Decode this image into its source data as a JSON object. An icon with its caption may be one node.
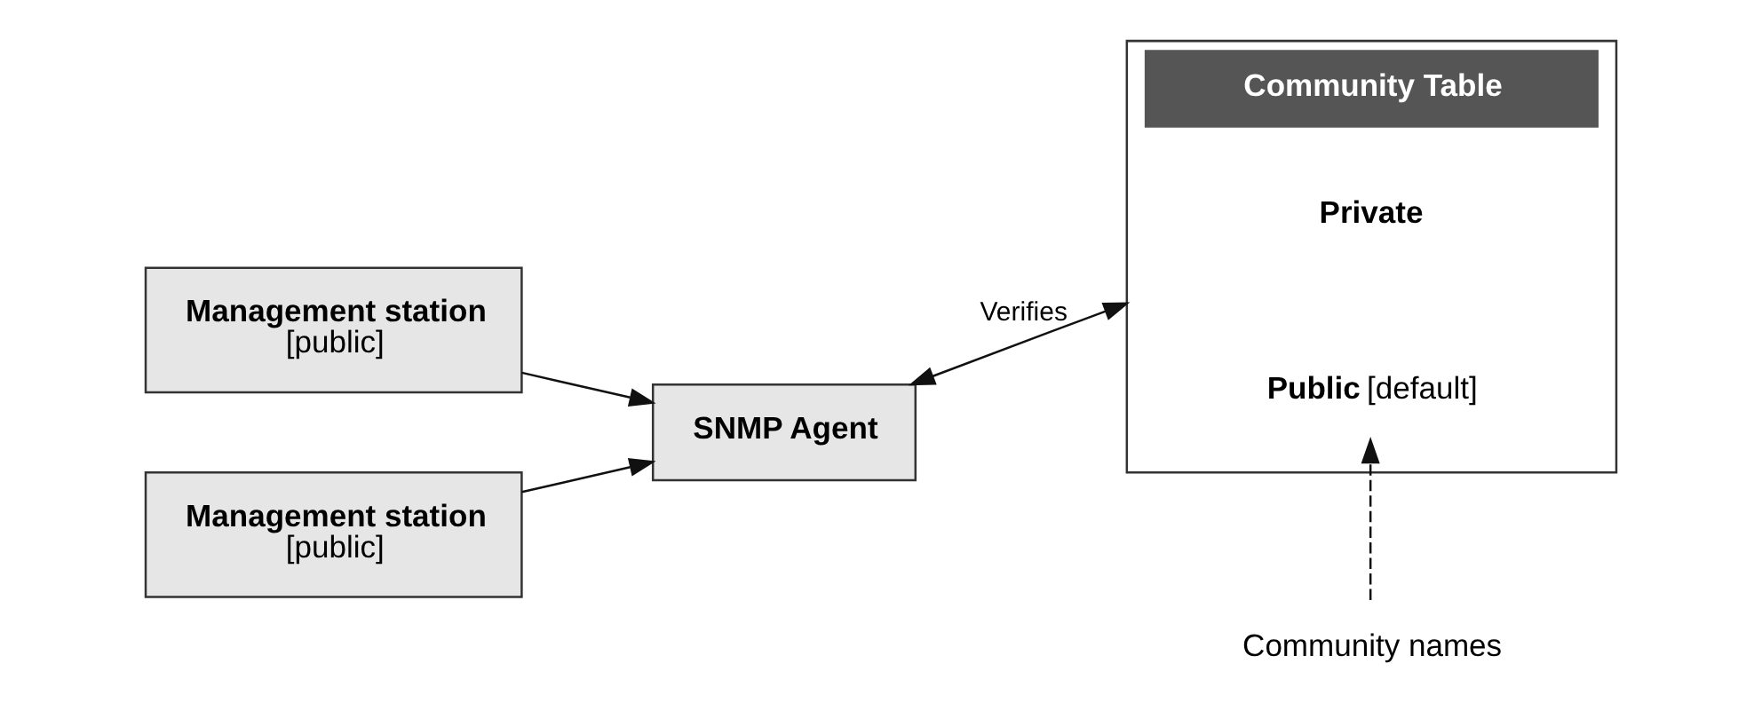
{
  "diagram": {
    "nodes": [
      {
        "text": [
          "Management station",
          "[public]"
        ]
      },
      {
        "text": [
          "Management station",
          "[public]"
        ]
      },
      {
        "text": [
          "SNMP Agent"
        ]
      },
      {
        "text": [
          "Community Table"
        ]
      },
      {
        "text": [
          "Private"
        ],
        "in": 3
      },
      {
        "text": [
          "**Public** [default]"
        ],
        "in": 3
      },
      {
        "text": [
          "Community names"
        ]
      }
    ],
    "edges": [
      {
        "from": 0,
        "to": 2,
        "arrow": "to"
      },
      {
        "from": 1,
        "to": 2,
        "arrow": "to"
      },
      {
        "from": 2,
        "to": 3,
        "arrow": "both",
        "label": "Verifies"
      },
      {
        "from": 6,
        "to": 5,
        "arrow": "to",
        "style": "dashed"
      }
    ]
  }
}
